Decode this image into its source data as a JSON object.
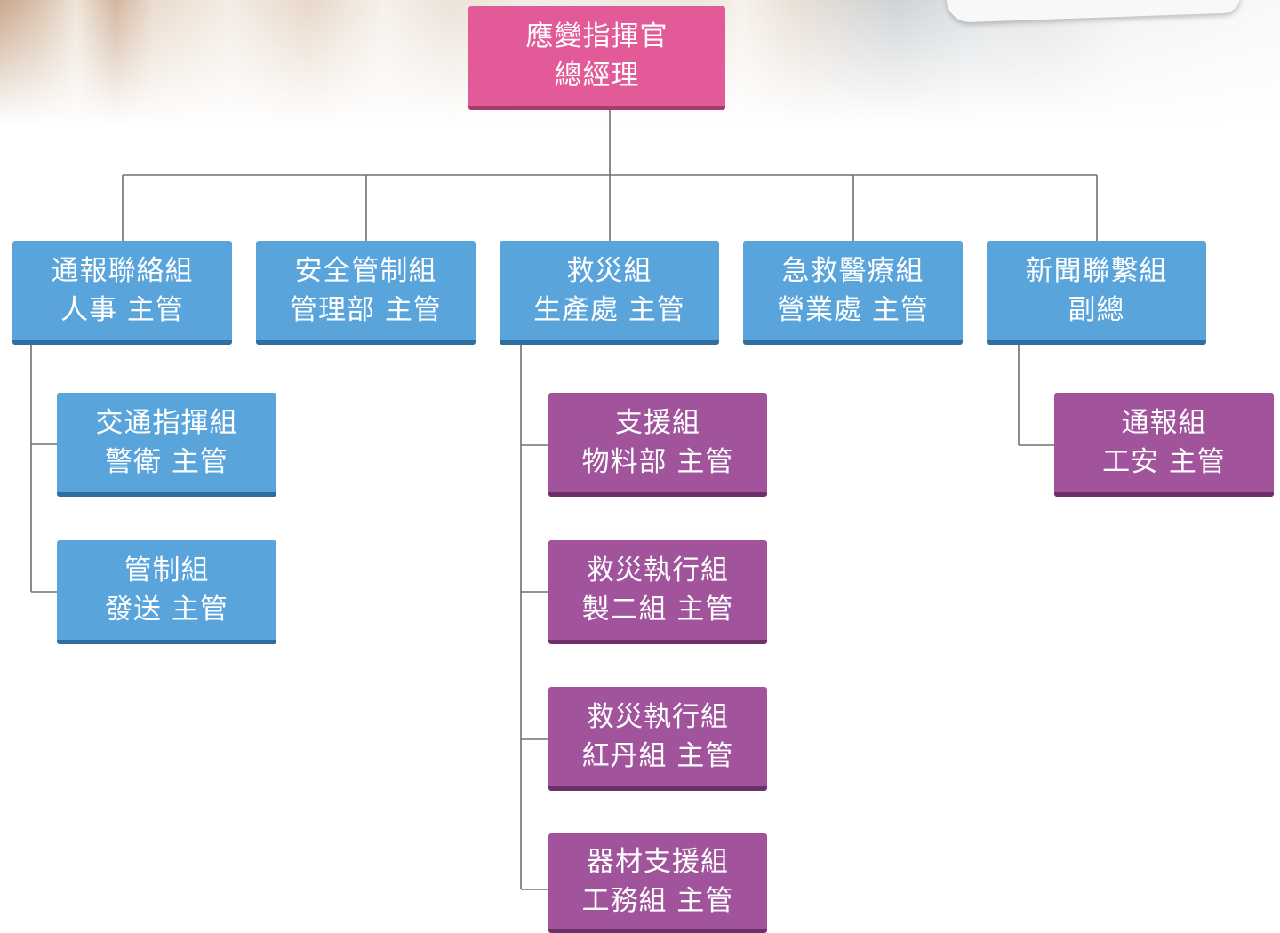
{
  "diagram": {
    "root": {
      "line1": "應變指揮官",
      "line2": "總經理",
      "color": "#e35a98"
    },
    "groups": [
      {
        "line1": "通報聯絡組",
        "line2": "人事 主管",
        "children": [
          {
            "line1": "交通指揮組",
            "line2": "警衛 主管"
          },
          {
            "line1": "管制組",
            "line2": "發送 主管"
          }
        ]
      },
      {
        "line1": "安全管制組",
        "line2": "管理部 主管",
        "children": []
      },
      {
        "line1": "救災組",
        "line2": "生產處 主管",
        "children": [
          {
            "line1": "支援組",
            "line2": "物料部 主管"
          },
          {
            "line1": "救災執行組",
            "line2": "製二組 主管"
          },
          {
            "line1": "救災執行組",
            "line2": "紅丹組 主管"
          },
          {
            "line1": "器材支援組",
            "line2": "工務組 主管"
          }
        ]
      },
      {
        "line1": "急救醫療組",
        "line2": "營業處 主管",
        "children": []
      },
      {
        "line1": "新聞聯繫組",
        "line2": "副總",
        "children": [
          {
            "line1": "通報組",
            "line2": "工安 主管"
          }
        ]
      }
    ],
    "colors": {
      "root": "#e35a98",
      "group": "#5aa4dc",
      "subgroup_blue": "#5aa4dc",
      "subgroup_purple": "#a1539c",
      "connector": "#707070"
    }
  }
}
